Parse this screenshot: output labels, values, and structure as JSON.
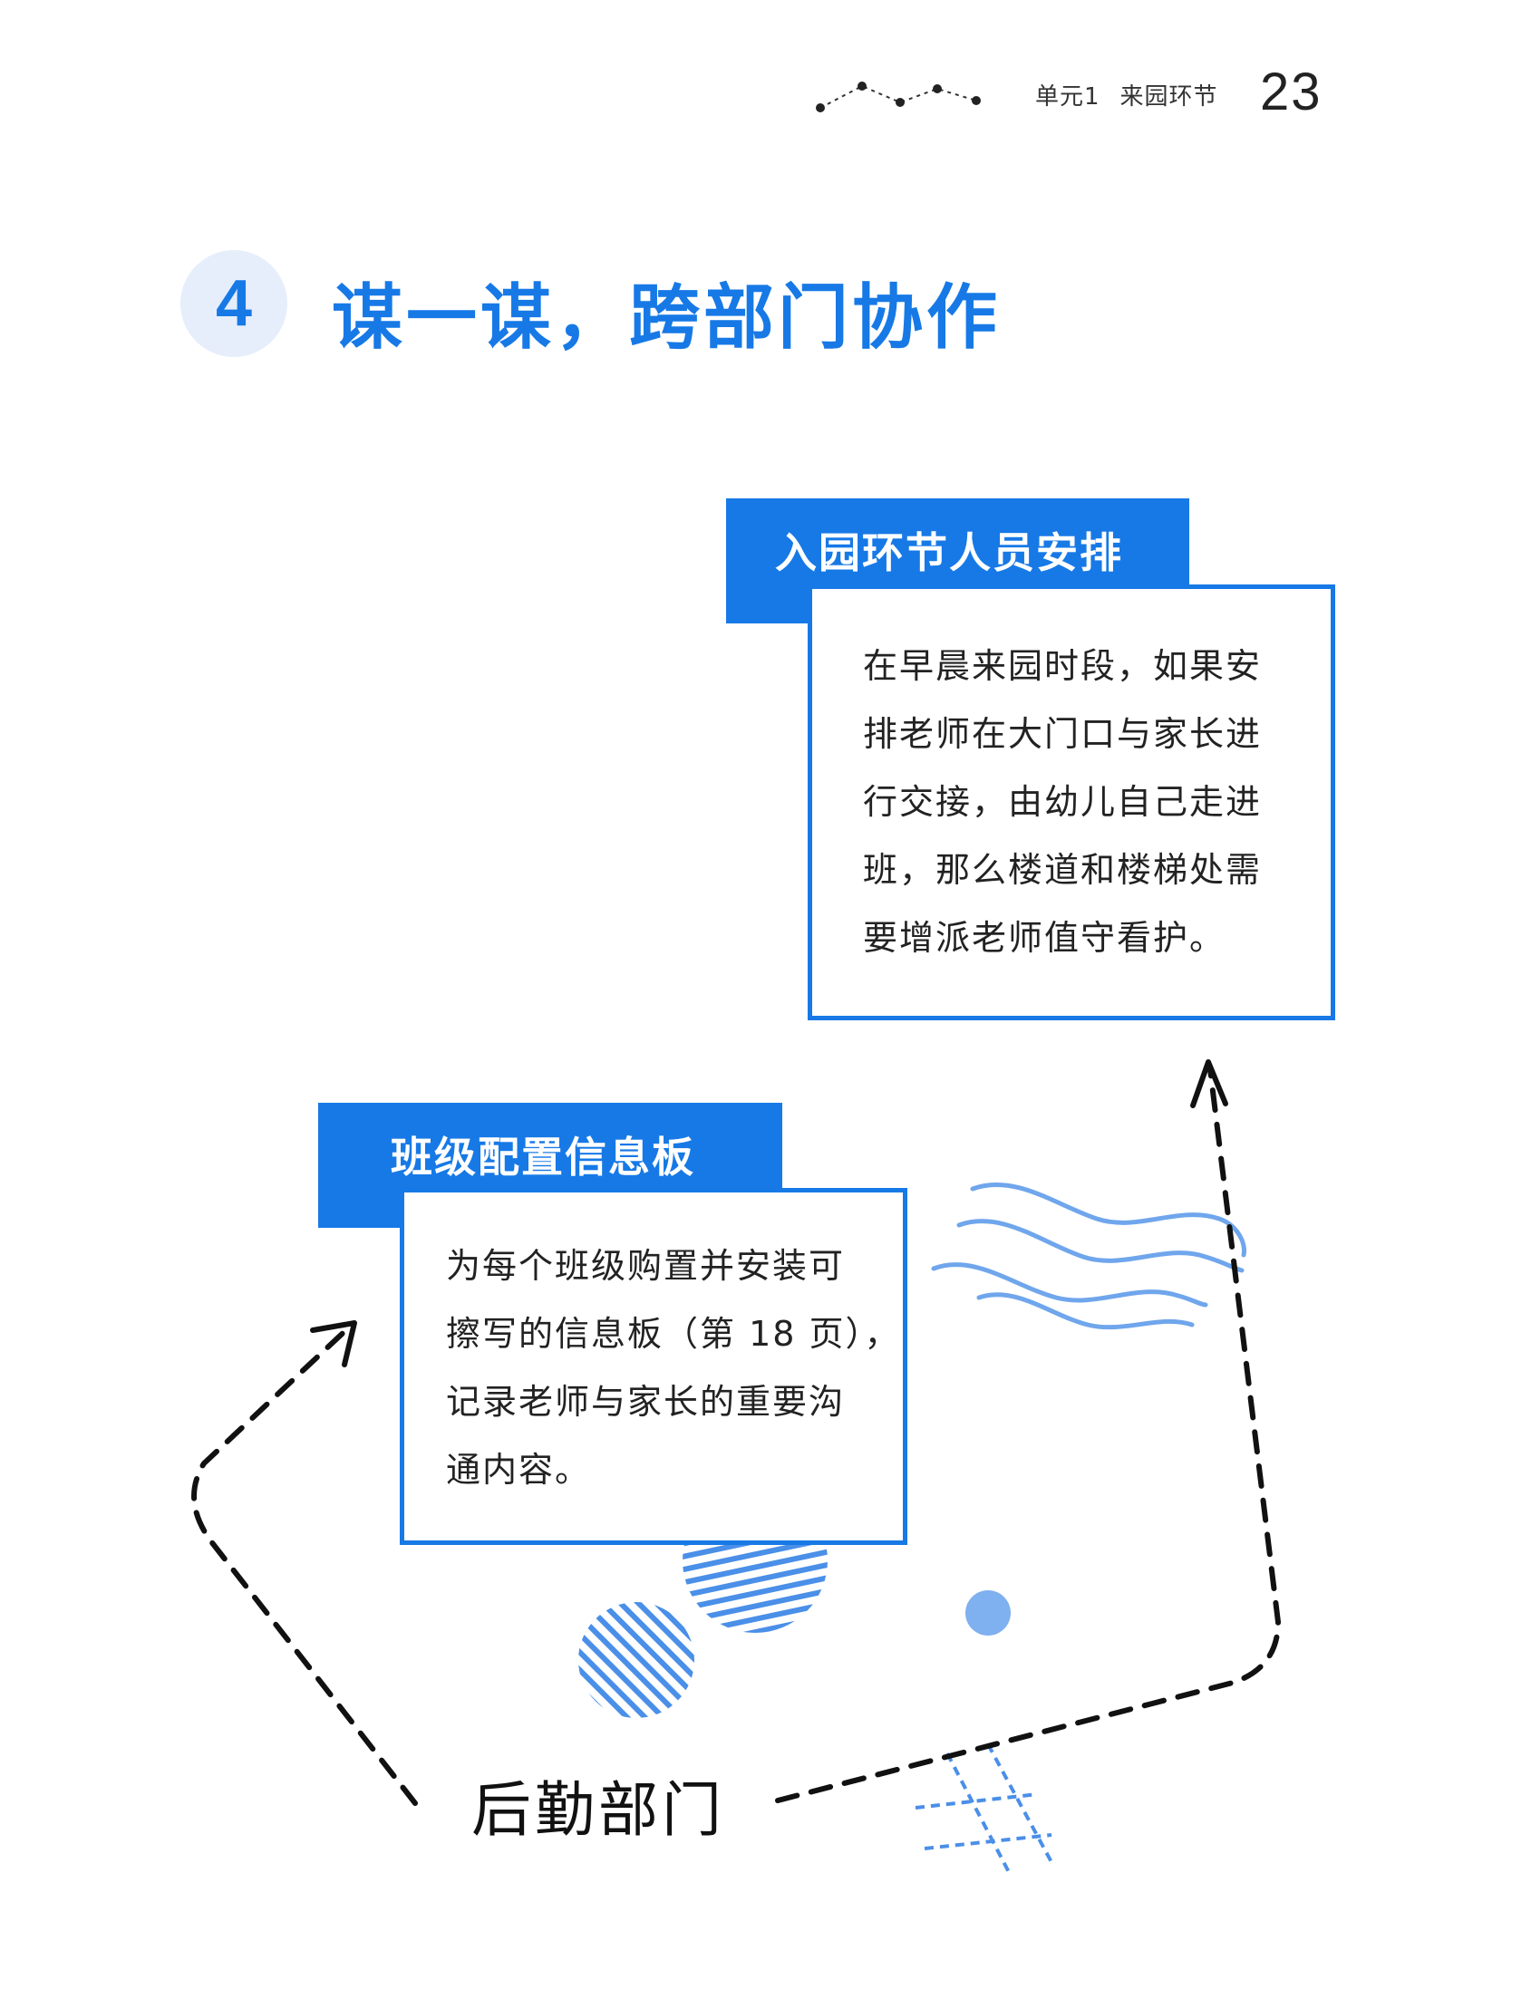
{
  "header": {
    "unit": "单元1",
    "unit_title": "来园环节",
    "page_number": "23"
  },
  "section": {
    "number": "4",
    "title": "谋一谋，跨部门协作"
  },
  "card_arrangement": {
    "tab_label": "入园环节人员安排",
    "lines": [
      "在早晨来园时段，如果安",
      "排老师在大门口与家长进",
      "行交接，由幼儿自己走进",
      "班，那么楼道和楼梯处需",
      "要增派老师值守看护。"
    ]
  },
  "card_board": {
    "tab_label": "班级配置信息板",
    "lines": [
      "为每个班级购置并安装可",
      "擦写的信息板（第 18 页），",
      "记录老师与家长的重要沟",
      "通内容。"
    ]
  },
  "department": {
    "label": "后勤部门"
  },
  "colors": {
    "accent": "#1779e6",
    "light_accent": "#e6eefb",
    "decor_blue": "#6fa6ec"
  }
}
